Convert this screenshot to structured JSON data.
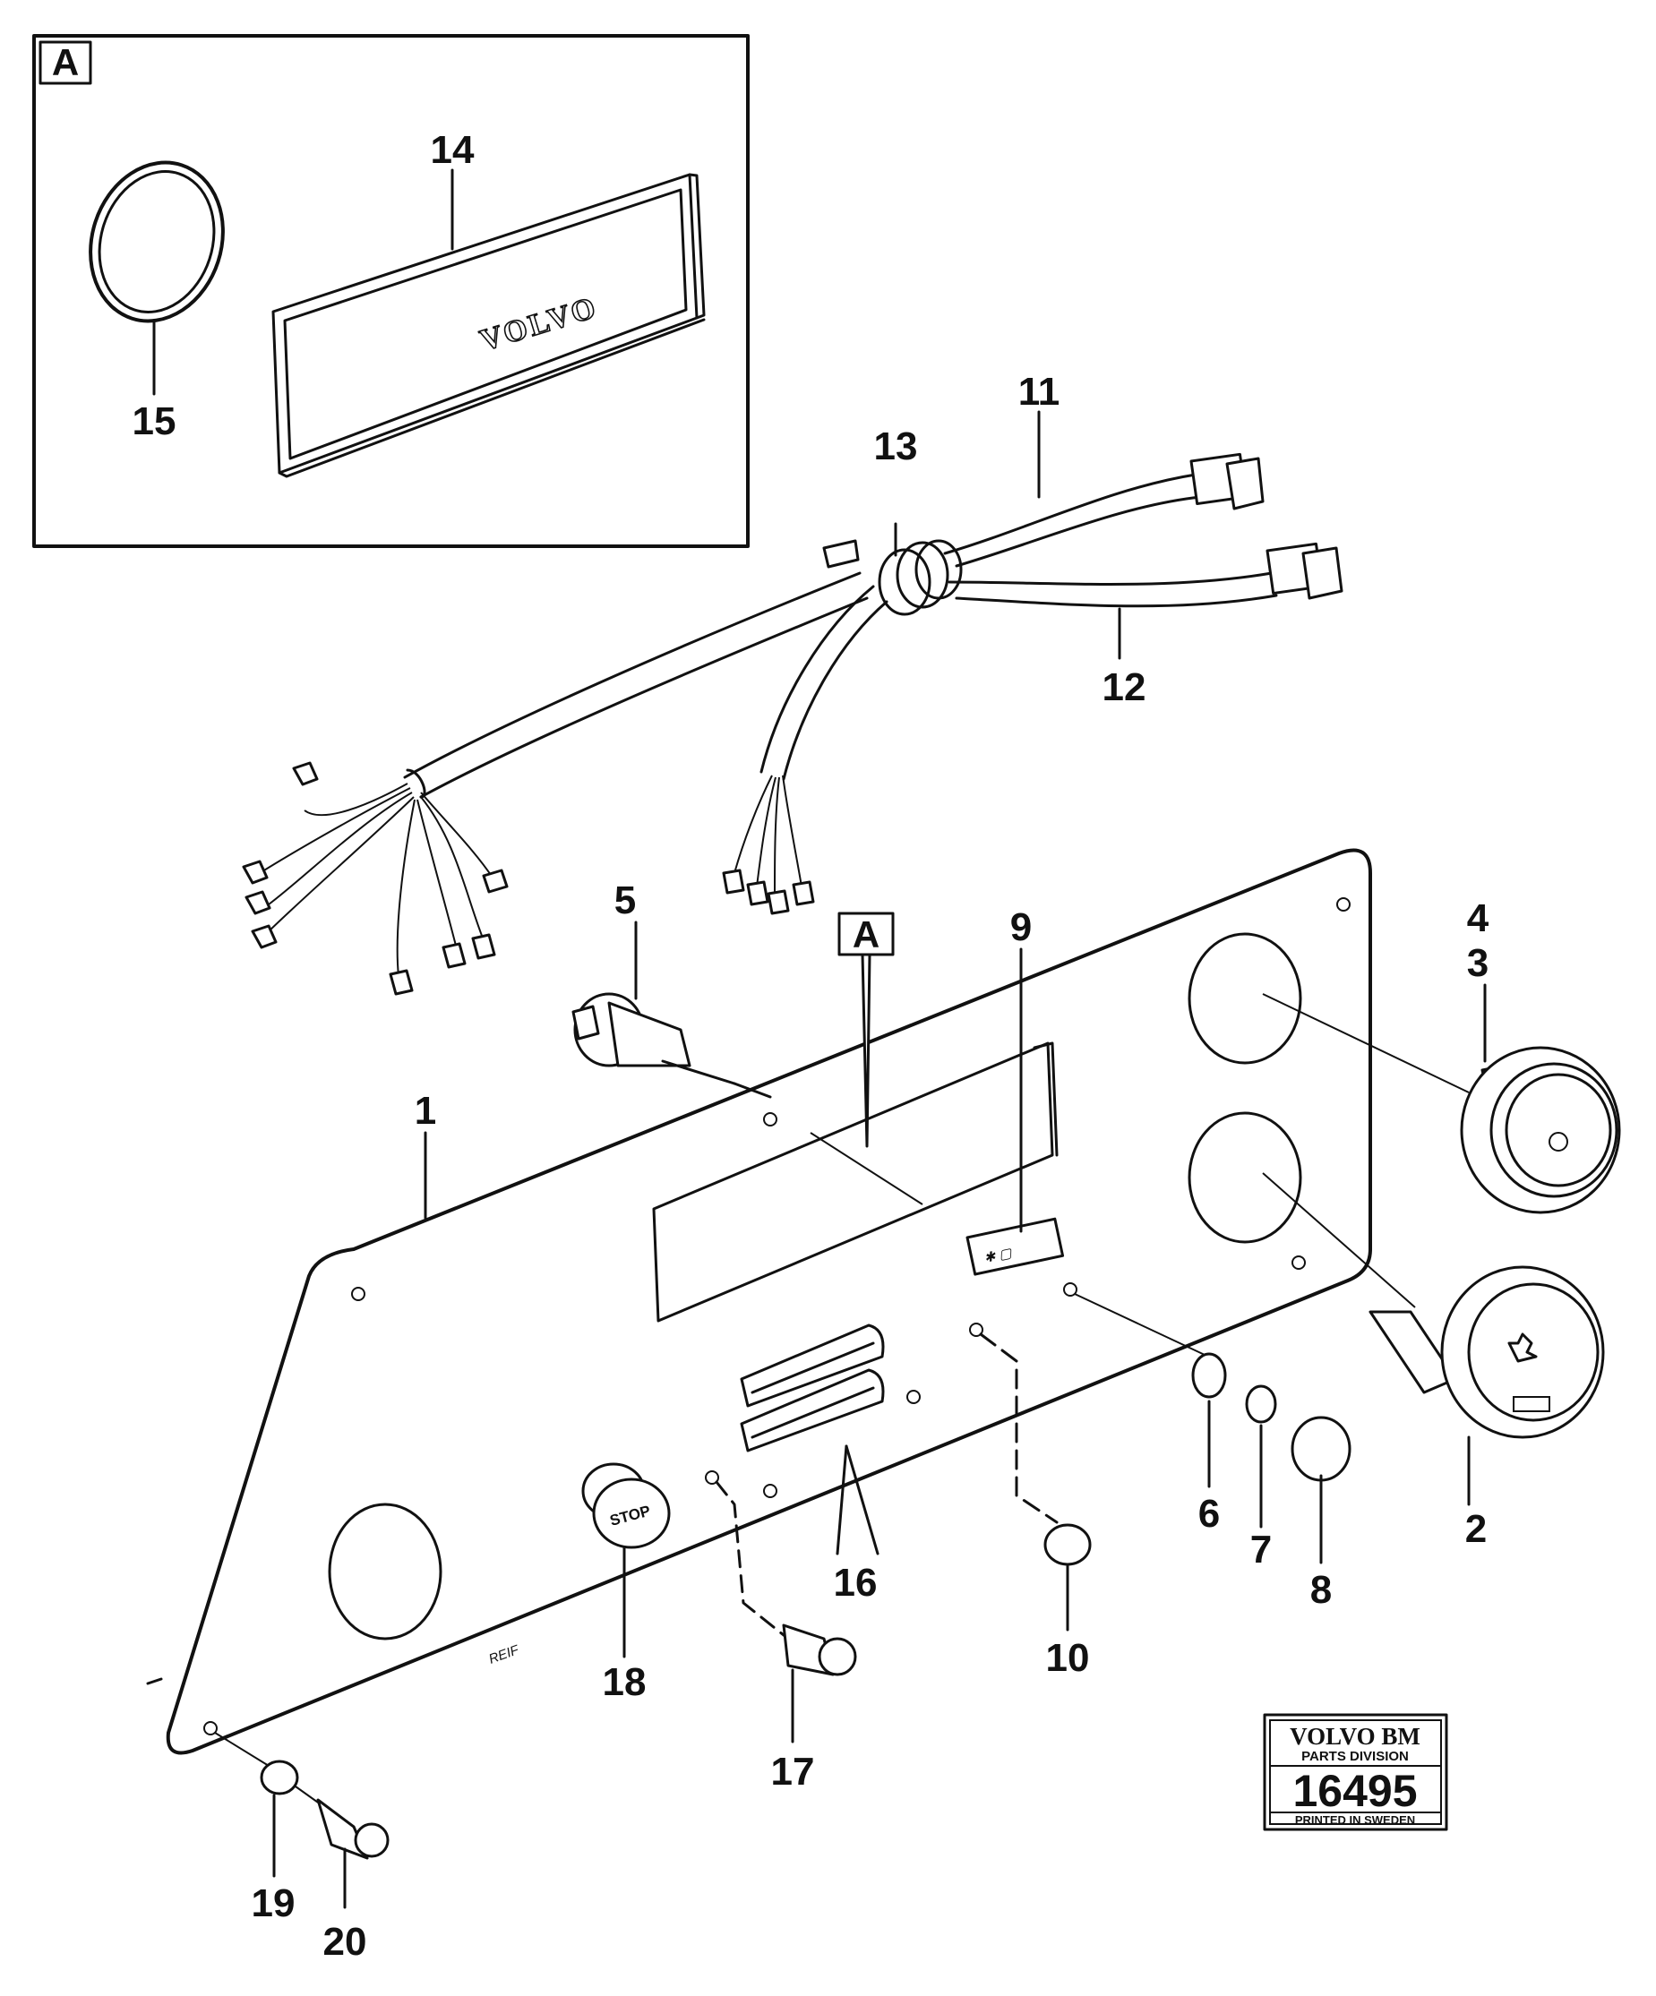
{
  "inset": {
    "label": "A"
  },
  "detail_marker": {
    "label": "A"
  },
  "panel_text": {
    "volvo_logo": "VOLVO",
    "stop_button": "STOP",
    "ref_mark": "REIF"
  },
  "callouts": {
    "c1": "1",
    "c2": "2",
    "c3": "3",
    "c4": "4",
    "c5": "5",
    "c6": "6",
    "c7": "7",
    "c8": "8",
    "c9": "9",
    "c10": "10",
    "c11": "11",
    "c12": "12",
    "c13": "13",
    "c14": "14",
    "c15": "15",
    "c16": "16",
    "c17": "17",
    "c18": "18",
    "c19": "19",
    "c20": "20"
  },
  "stamp": {
    "brand": "VOLVO BM",
    "division": "PARTS DIVISION",
    "number": "16495",
    "printed": "PRINTED IN SWEDEN"
  }
}
